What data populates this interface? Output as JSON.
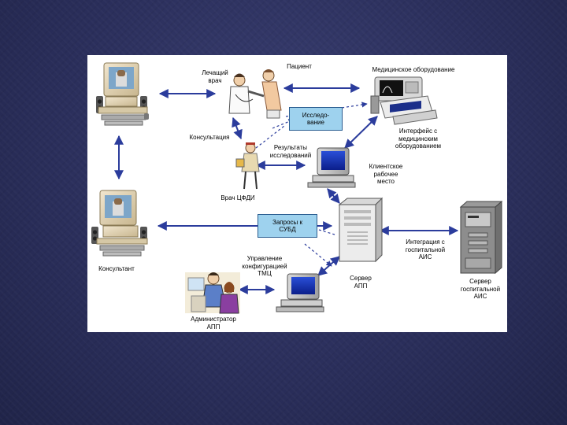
{
  "labels": {
    "patient": "Пациент",
    "attending_doctor": "Лечащий\nврач",
    "medical_equipment": "Медицинское оборудование",
    "research_box": "Исследо-\nвание",
    "equipment_interface": "Интерфейс с\nмедицинским\nоборудованием",
    "consultation": "Консультация",
    "research_results": "Результаты\nисследований",
    "client_workstation": "Клиентское\nрабочее\nместо",
    "cfdi_doctor": "Врач ЦФДИ",
    "dbms_box": "Запросы к\nСУБД",
    "integration": "Интеграция с\nгоспитальной\nАИС",
    "consultant": "Консультант",
    "config_management": "Управление\nконфигурацией\nТМЦ",
    "app_server": "Сервер\nАПП",
    "hospital_server": "Сервер\nгоспитальной\nАИС",
    "app_admin": "Администратор\nАПП"
  },
  "colors": {
    "arrow": "#2b3c9c",
    "box_fill": "#9ed2ee",
    "background": "#2b2f5c"
  },
  "icons": [
    "consultant-workstation-icon-top",
    "consultant-workstation-icon-bottom",
    "doctor-patient-icon",
    "medical-equipment-icon",
    "cfdi-doctor-icon",
    "client-computer-icon",
    "app-server-icon",
    "hospital-server-icon",
    "admin-people-icon",
    "admin-computer-icon"
  ]
}
